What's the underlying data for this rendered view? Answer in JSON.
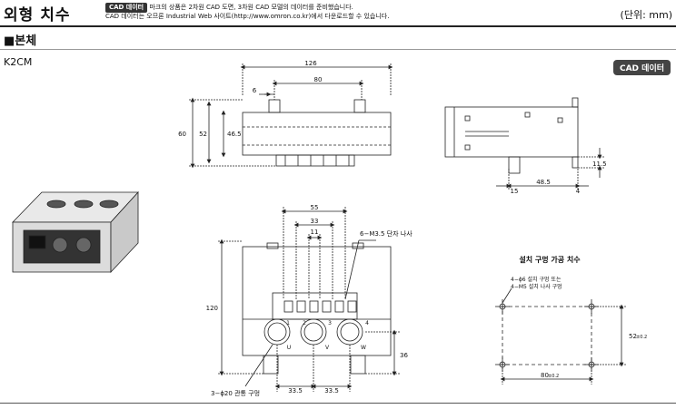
{
  "header": {
    "title": "외형 치수",
    "cad_badge": "CAD 데이터",
    "note_line1": "마크의 상품은 2차원 CAD 도면, 3차원 CAD 모델의 데이터를 준비했습니다.",
    "note_line2_prefix": "CAD 데이터는 오므론 Industrial Web 사이트(http://www.omron.co.kr)에서 다운로드할 수 있습니다.",
    "unit": "(단위: mm)"
  },
  "section": {
    "title": "■본체",
    "model": "K2CM",
    "cad_button": "CAD 데이터"
  },
  "drawing": {
    "front_dims": {
      "w126": "126",
      "w80": "80",
      "d6": "6",
      "h60": "60",
      "h52": "52",
      "h46_5": "46.5"
    },
    "side_dims": {
      "d15": "15",
      "d48_5": "48.5",
      "d4": "4",
      "d11_5": "11.5"
    },
    "top_dims": {
      "d55": "55",
      "d33": "33",
      "d11": "11",
      "d120": "120",
      "d36": "36",
      "d33_5a": "33.5",
      "d33_5b": "33.5",
      "screw_label": "6−M3.5  단자 나사",
      "hole_label": "3−ϕ20  관통 구멍",
      "terminals": [
        "1",
        "2",
        "3",
        "4"
      ],
      "phases": [
        "U",
        "V",
        "W"
      ]
    },
    "cutout": {
      "title": "설치 구멍 가공 치수",
      "note1": "4−ϕ6 설치 구멍 또는",
      "note2": "4−M5 설치 나사 구멍",
      "dim_h": "52",
      "tol_h": "±0.2",
      "dim_w": "80",
      "tol_w": "±0.2"
    }
  }
}
